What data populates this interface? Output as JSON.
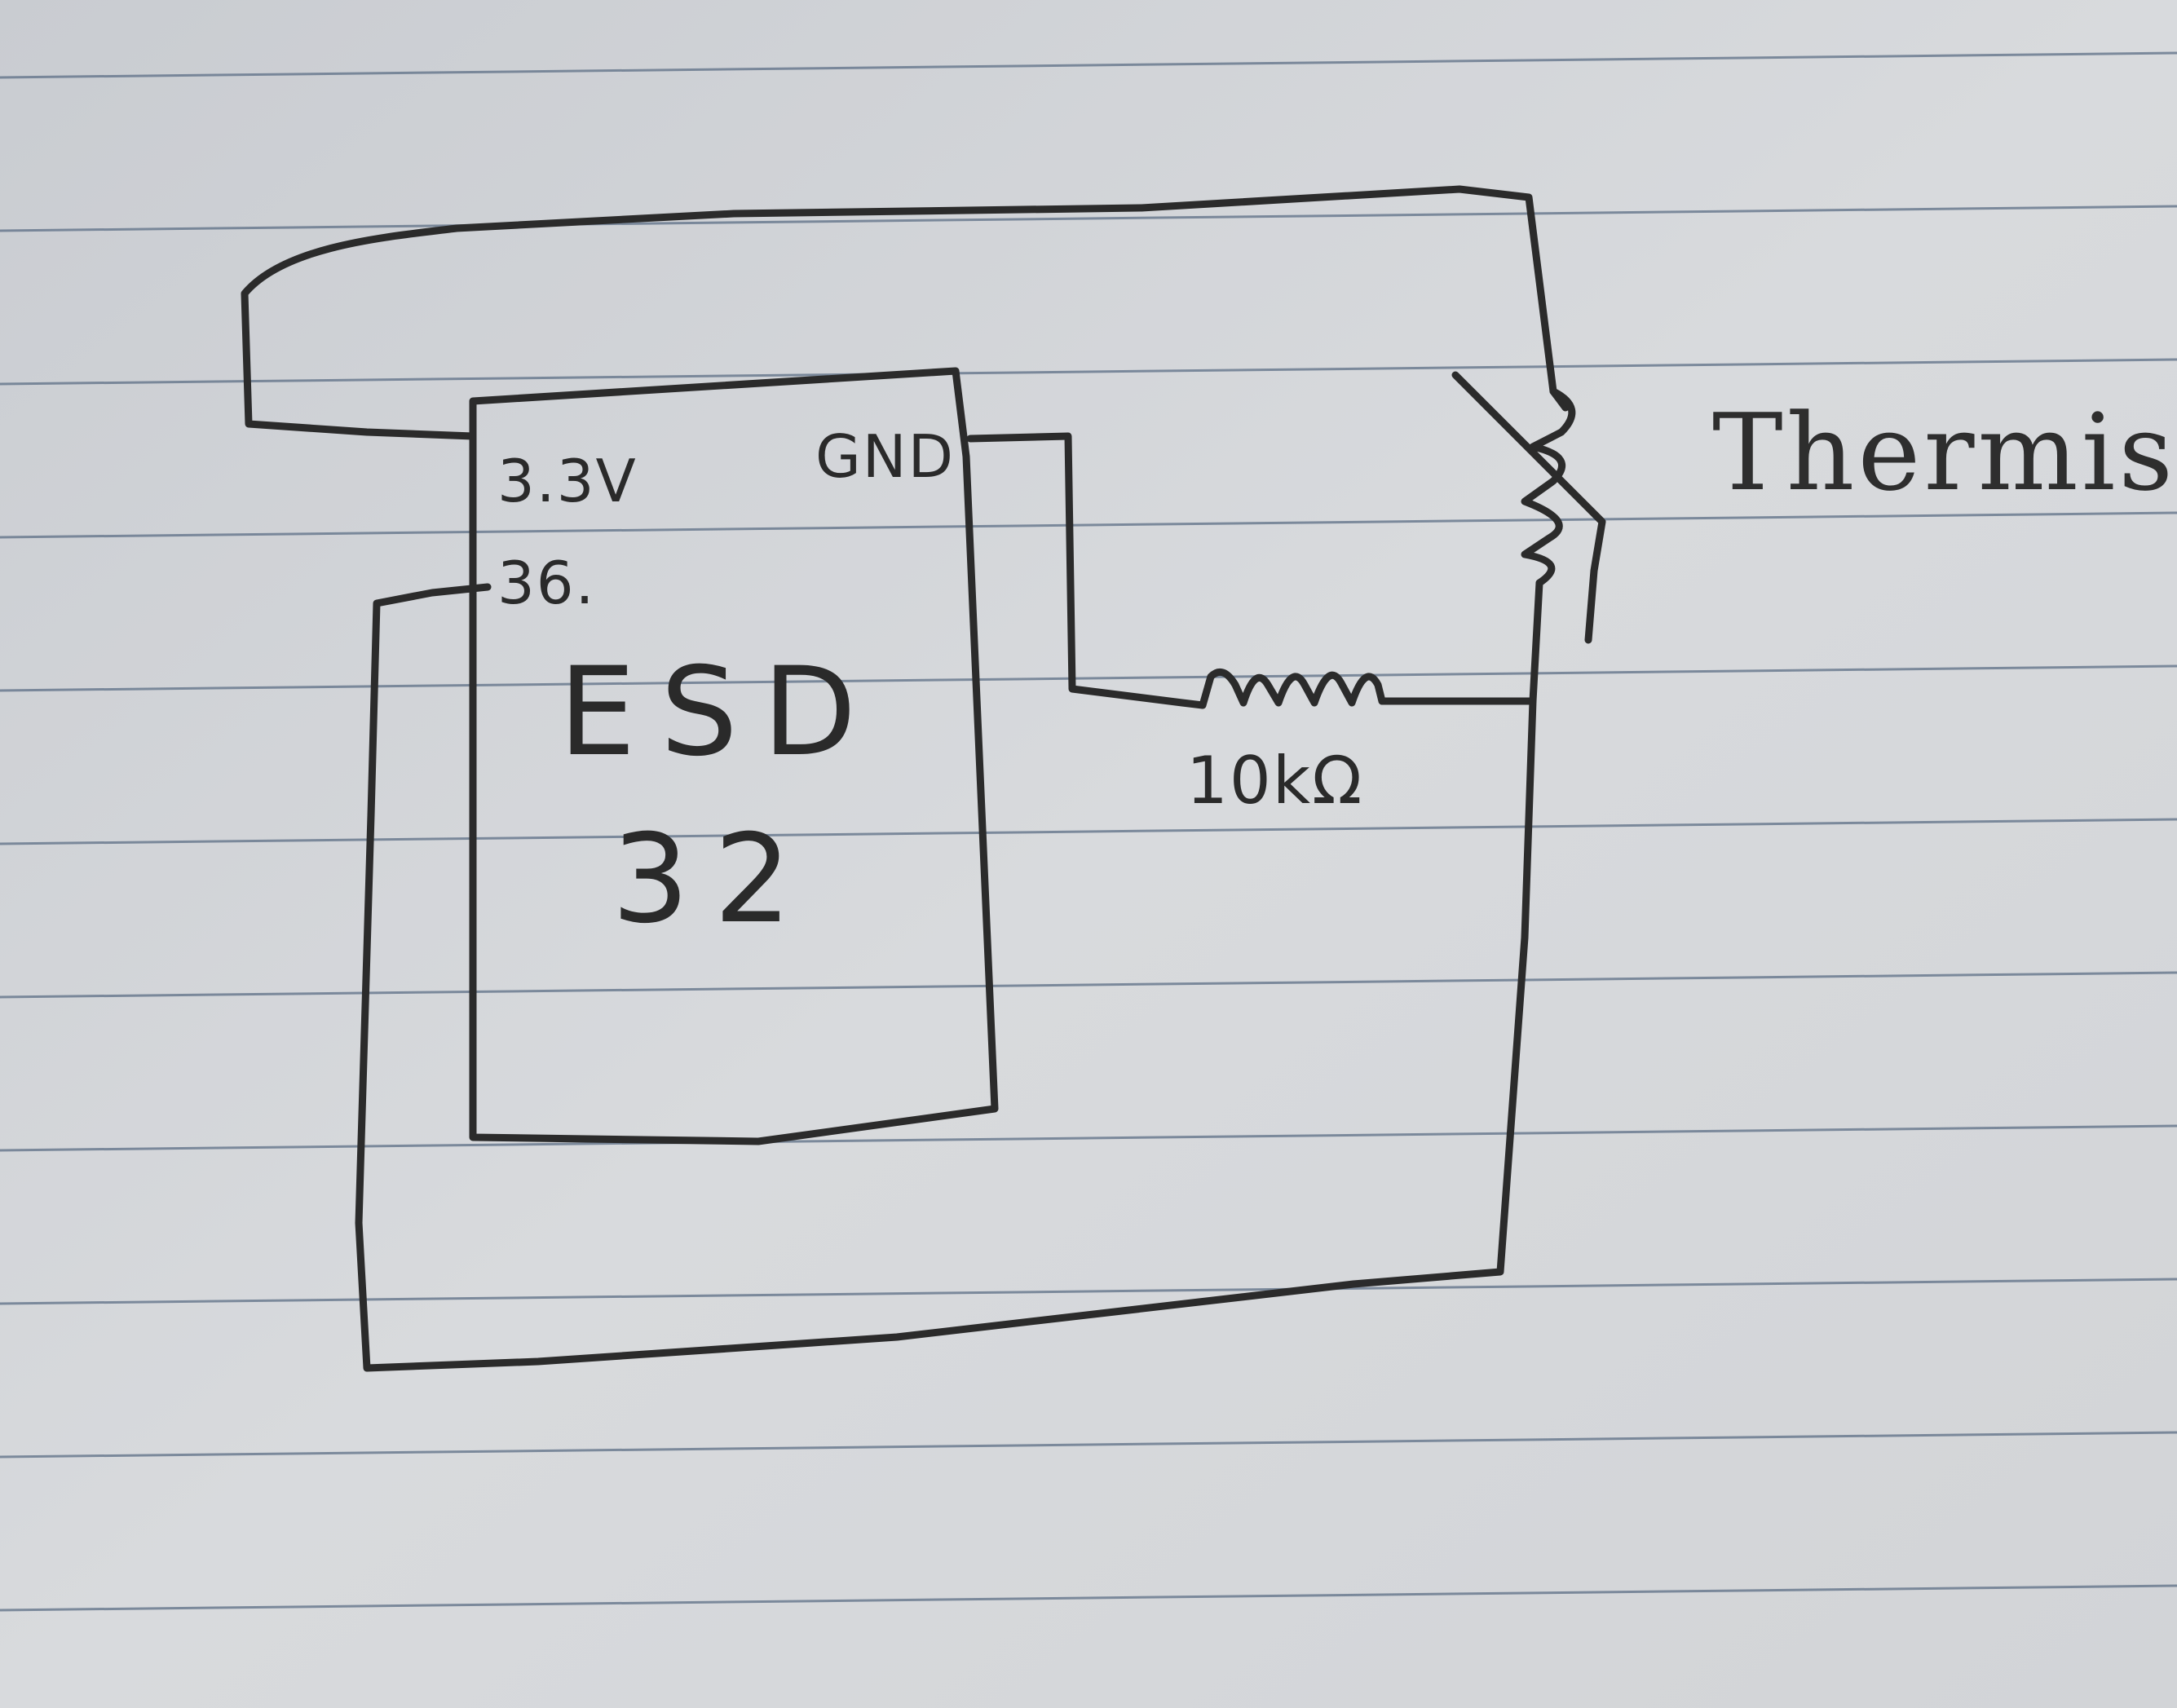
{
  "diagram": {
    "chip": {
      "name_line1": "ESD",
      "name_line2": "32",
      "pin_power": "3.3V",
      "pin_analog": "36.",
      "pin_ground": "GND"
    },
    "resistor": {
      "value_label": "10kΩ"
    },
    "thermistor": {
      "label": "Thermistor"
    }
  }
}
